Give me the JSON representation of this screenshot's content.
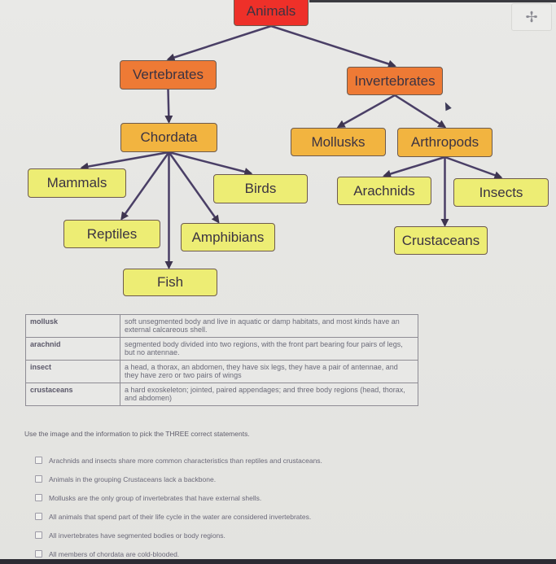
{
  "diagram": {
    "title": "Animal classification",
    "nodes": {
      "animals": "Animals",
      "vertebrates": "Vertebrates",
      "invertebrates": "Invertebrates",
      "chordata": "Chordata",
      "mollusks": "Mollusks",
      "arthropods": "Arthropods",
      "mammals": "Mammals",
      "birds": "Birds",
      "reptiles": "Reptiles",
      "amphibians": "Amphibians",
      "fish": "Fish",
      "arachnids": "Arachnids",
      "insects": "Insects",
      "crustaceans": "Crustaceans"
    },
    "edges": [
      [
        "animals",
        "vertebrates"
      ],
      [
        "animals",
        "invertebrates"
      ],
      [
        "vertebrates",
        "chordata"
      ],
      [
        "invertebrates",
        "mollusks"
      ],
      [
        "invertebrates",
        "arthropods"
      ],
      [
        "chordata",
        "mammals"
      ],
      [
        "chordata",
        "birds"
      ],
      [
        "chordata",
        "reptiles"
      ],
      [
        "chordata",
        "amphibians"
      ],
      [
        "chordata",
        "fish"
      ],
      [
        "arthropods",
        "arachnids"
      ],
      [
        "arthropods",
        "insects"
      ],
      [
        "arthropods",
        "crustaceans"
      ]
    ],
    "colors": {
      "level1": "#ee3029",
      "level2": "#ee7a35",
      "level3": "#f2b440",
      "level4": "#eded74",
      "edge": "#4a3f66"
    }
  },
  "toolbar": {
    "move_icon": "move-cross-icon"
  },
  "table": {
    "rows": [
      {
        "term": "mollusk",
        "definition": "soft unsegmented body and live in aquatic or damp habitats, and most kinds have an external calcareous shell."
      },
      {
        "term": "arachnid",
        "definition": "segmented body divided into two regions, with the front part bearing four pairs of legs, but no antennae."
      },
      {
        "term": "insect",
        "definition": "a head, a thorax, an abdomen, they have six legs, they have a pair of antennae, and they have zero or two pairs of wings"
      },
      {
        "term": "crustaceans",
        "definition": "a hard exoskeleton; jointed, paired appendages; and three body regions (head, thorax, and abdomen)"
      }
    ]
  },
  "question": {
    "prompt": "Use the image and the information to pick the THREE correct statements.",
    "options": [
      {
        "label": "Arachnids and insects share more common characteristics than reptiles and crustaceans.",
        "checked": false
      },
      {
        "label": "Animals in the grouping Crustaceans lack a backbone.",
        "checked": false
      },
      {
        "label": "Mollusks are the only group of invertebrates that have external shells.",
        "checked": false
      },
      {
        "label": "All animals that spend part of their life cycle in the water are considered invertebrates.",
        "checked": false
      },
      {
        "label": "All invertebrates have segmented bodies or body regions.",
        "checked": false
      },
      {
        "label": "All members of chordata are cold-blooded.",
        "checked": false
      }
    ]
  }
}
